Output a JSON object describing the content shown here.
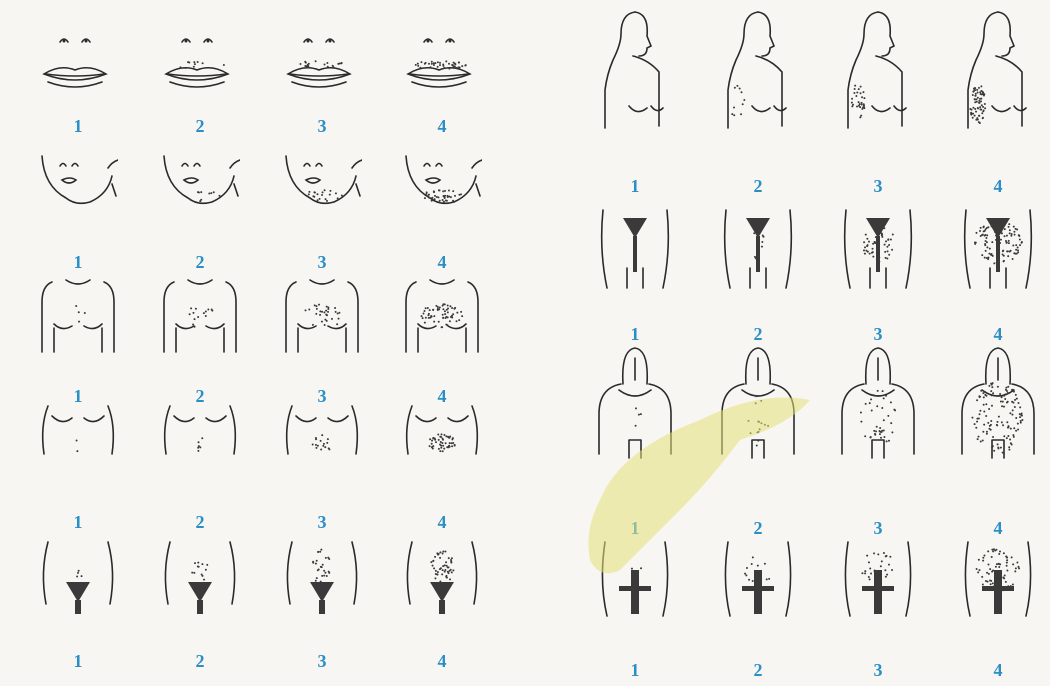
{
  "left_panel": {
    "rows": [
      {
        "region": "upper-lip",
        "labels": [
          "1",
          "2",
          "3",
          "4"
        ]
      },
      {
        "region": "chin",
        "labels": [
          "1",
          "2",
          "3",
          "4"
        ]
      },
      {
        "region": "chest",
        "labels": [
          "1",
          "2",
          "3",
          "4"
        ]
      },
      {
        "region": "upper-abdomen",
        "labels": [
          "1",
          "2",
          "3",
          "4"
        ]
      },
      {
        "region": "lower-abdomen",
        "labels": [
          "1",
          "2",
          "3",
          "4"
        ]
      }
    ]
  },
  "right_panel": {
    "rows": [
      {
        "region": "upper-arm",
        "labels": [
          "1",
          "2",
          "3",
          "4"
        ]
      },
      {
        "region": "thigh",
        "labels": [
          "1",
          "2",
          "3",
          "4"
        ]
      },
      {
        "region": "upper-back",
        "labels": [
          "1",
          "2",
          "3",
          "4"
        ]
      },
      {
        "region": "lower-back",
        "labels": [
          "1",
          "2",
          "3",
          "4"
        ]
      }
    ]
  },
  "colors": {
    "label": "#2b8fc6",
    "ink": "#2a2a2a",
    "hair": "#3a3a3a",
    "background": "#f7f6f3",
    "stain": "#e6e27a"
  }
}
